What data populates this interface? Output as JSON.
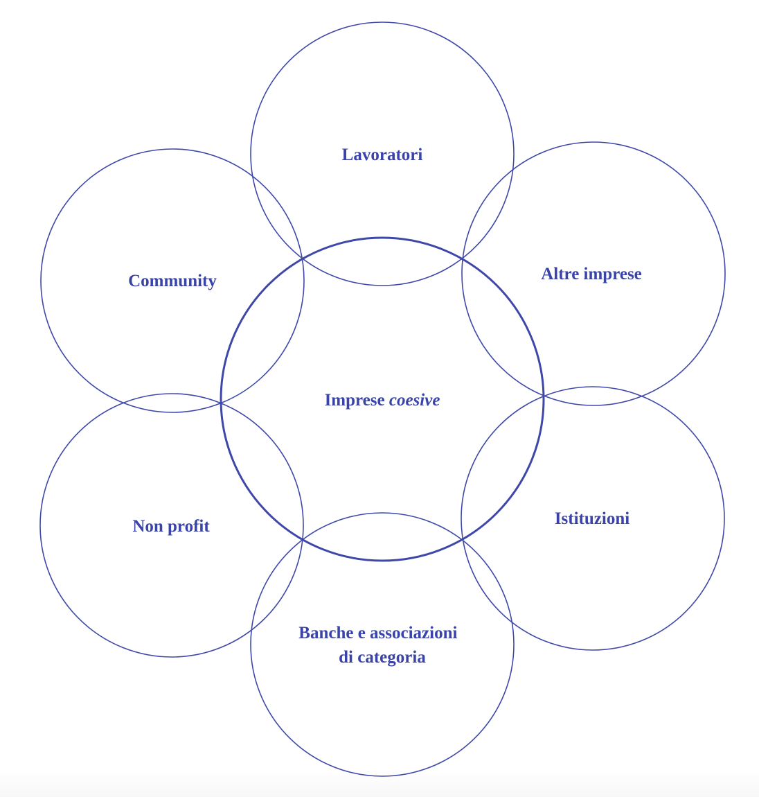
{
  "diagram": {
    "title": "",
    "colors": {
      "stroke": "#3f48a8",
      "text": "#3a44a8",
      "background": "#ffffff"
    },
    "center": {
      "label_parts": [
        {
          "text": "Imprese ",
          "italic": false
        },
        {
          "text": "coesive",
          "italic": true
        }
      ]
    },
    "nodes": [
      {
        "id": "lavoratori",
        "lines": [
          "Lavoratori"
        ]
      },
      {
        "id": "altre-imprese",
        "lines": [
          "Altre imprese"
        ]
      },
      {
        "id": "istituzioni",
        "lines": [
          "Istituzioni"
        ]
      },
      {
        "id": "banche",
        "lines": [
          "Banche e associazioni",
          "di categoria"
        ]
      },
      {
        "id": "non-profit",
        "lines": [
          "Non profit"
        ]
      },
      {
        "id": "community",
        "lines": [
          "Community"
        ]
      }
    ]
  }
}
